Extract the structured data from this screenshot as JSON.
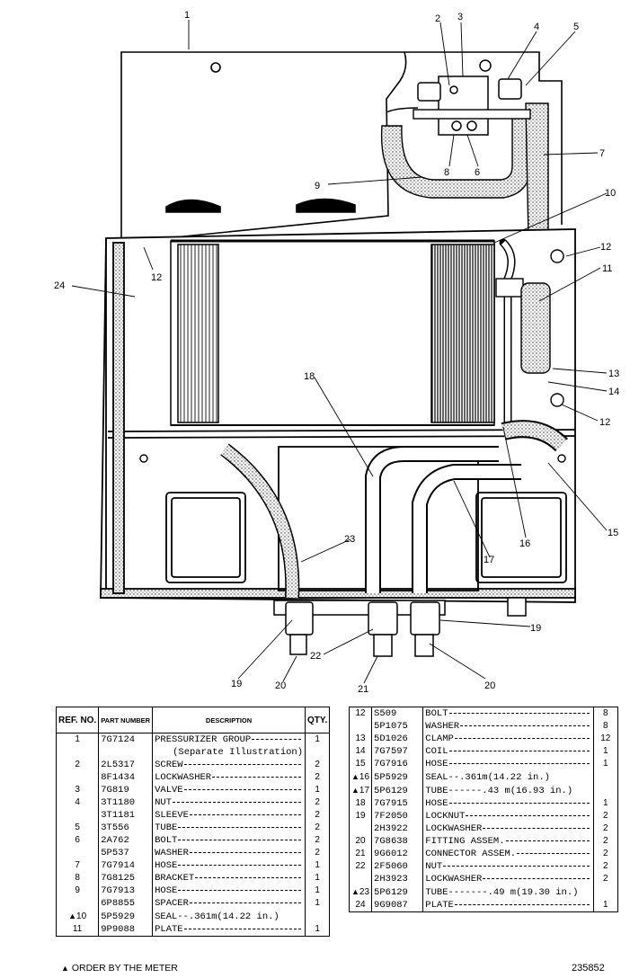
{
  "drawing": {
    "callouts": [
      "1",
      "2",
      "3",
      "4",
      "5",
      "6",
      "7",
      "8",
      "9",
      "10",
      "12",
      "11",
      "24",
      "12",
      "13",
      "14",
      "12",
      "18",
      "15",
      "16",
      "17",
      "23",
      "19",
      "22",
      "19",
      "20",
      "21",
      "20"
    ]
  },
  "table_header": {
    "ref": "REF. NO.",
    "part": "PART NUMBER",
    "desc": "DESCRIPTION",
    "qty": "QTY."
  },
  "left_rows": [
    {
      "ref": "1",
      "part": "7G7124",
      "desc": "PRESSURIZER GROUP",
      "qty": "1",
      "dash": true,
      "meter": false
    },
    {
      "ref": "",
      "part": "",
      "desc": "(Separate Illustration)",
      "qty": "",
      "dash": false,
      "meter": false
    },
    {
      "ref": "2",
      "part": "2L5317",
      "desc": "SCREW",
      "qty": "2",
      "dash": true,
      "meter": false
    },
    {
      "ref": "",
      "part": "8F1434",
      "desc": "LOCKWASHER",
      "qty": "2",
      "dash": true,
      "meter": false
    },
    {
      "ref": "3",
      "part": "7G819",
      "desc": "VALVE",
      "qty": "1",
      "dash": true,
      "meter": false
    },
    {
      "ref": "4",
      "part": "3T1180",
      "desc": "NUT",
      "qty": "2",
      "dash": true,
      "meter": false
    },
    {
      "ref": "",
      "part": "3T1181",
      "desc": "SLEEVE",
      "qty": "2",
      "dash": true,
      "meter": false
    },
    {
      "ref": "5",
      "part": "3T556",
      "desc": "TUBE",
      "qty": "2",
      "dash": true,
      "meter": false
    },
    {
      "ref": "6",
      "part": "2A762",
      "desc": "BOLT",
      "qty": "2",
      "dash": true,
      "meter": false
    },
    {
      "ref": "",
      "part": "5P537",
      "desc": "WASHER",
      "qty": "2",
      "dash": true,
      "meter": false
    },
    {
      "ref": "7",
      "part": "7G7914",
      "desc": "HOSE",
      "qty": "1",
      "dash": true,
      "meter": false
    },
    {
      "ref": "8",
      "part": "7G8125",
      "desc": "BRACKET",
      "qty": "1",
      "dash": true,
      "meter": false
    },
    {
      "ref": "9",
      "part": "7G7913",
      "desc": "HOSE",
      "qty": "1",
      "dash": true,
      "meter": false
    },
    {
      "ref": "",
      "part": "6P8855",
      "desc": "SPACER",
      "qty": "1",
      "dash": true,
      "meter": false
    },
    {
      "ref": "10",
      "part": "5P5929",
      "desc": "SEAL--.361m(14.22 in.)",
      "qty": "",
      "dash": false,
      "meter": true
    },
    {
      "ref": "11",
      "part": "9P9088",
      "desc": "PLATE",
      "qty": "1",
      "dash": true,
      "meter": false
    }
  ],
  "right_rows": [
    {
      "ref": "12",
      "part": "S509",
      "desc": "BOLT",
      "qty": "8",
      "dash": true,
      "meter": false
    },
    {
      "ref": "",
      "part": "5P1075",
      "desc": "WASHER",
      "qty": "8",
      "dash": true,
      "meter": false
    },
    {
      "ref": "13",
      "part": "5D1026",
      "desc": "CLAMP",
      "qty": "12",
      "dash": true,
      "meter": false
    },
    {
      "ref": "14",
      "part": "7G7597",
      "desc": "COIL",
      "qty": "1",
      "dash": true,
      "meter": false
    },
    {
      "ref": "15",
      "part": "7G7916",
      "desc": "HOSE",
      "qty": "1",
      "dash": true,
      "meter": false
    },
    {
      "ref": "16",
      "part": "5P5929",
      "desc": "SEAL--.361m(14.22 in.)",
      "qty": "",
      "dash": false,
      "meter": true
    },
    {
      "ref": "17",
      "part": "5P6129",
      "desc": "TUBE------.43 m(16.93 in.)",
      "qty": "",
      "dash": false,
      "meter": true
    },
    {
      "ref": "18",
      "part": "7G7915",
      "desc": "HOSE",
      "qty": "1",
      "dash": true,
      "meter": false
    },
    {
      "ref": "19",
      "part": "7F2050",
      "desc": "LOCKNUT",
      "qty": "2",
      "dash": true,
      "meter": false
    },
    {
      "ref": "",
      "part": "2H3922",
      "desc": "LOCKWASHER",
      "qty": "2",
      "dash": true,
      "meter": false
    },
    {
      "ref": "20",
      "part": "7G8638",
      "desc": "FITTING ASSEM.",
      "qty": "2",
      "dash": true,
      "meter": false
    },
    {
      "ref": "21",
      "part": "9G6012",
      "desc": "CONNECTOR ASSEM.",
      "qty": "2",
      "dash": true,
      "meter": false
    },
    {
      "ref": "22",
      "part": "2F5060",
      "desc": "NUT",
      "qty": "2",
      "dash": true,
      "meter": false
    },
    {
      "ref": "",
      "part": "2H3923",
      "desc": "LOCKWASHER",
      "qty": "2",
      "dash": true,
      "meter": false
    },
    {
      "ref": "23",
      "part": "5P6129",
      "desc": "TUBE-------.49 m(19.30 in.)",
      "qty": "",
      "dash": false,
      "meter": true
    },
    {
      "ref": "24",
      "part": "9G9087",
      "desc": "PLATE",
      "qty": "1",
      "dash": true,
      "meter": false
    }
  ],
  "legend": {
    "marker": "▲",
    "text": "ORDER BY THE METER"
  },
  "drawing_number": "235852"
}
